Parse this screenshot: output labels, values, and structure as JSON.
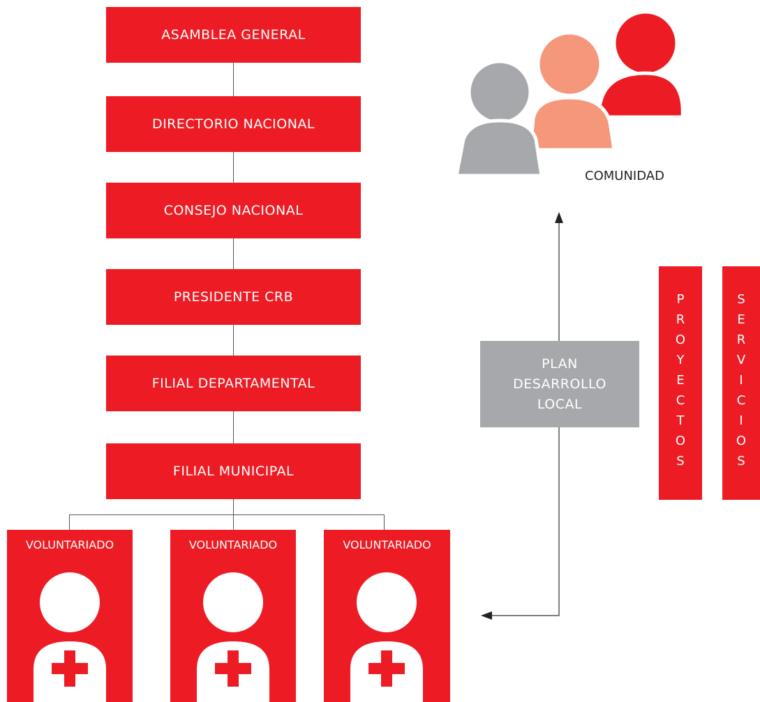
{
  "hierarchy": [
    {
      "id": "asamblea",
      "label": "ASAMBLEA GENERAL"
    },
    {
      "id": "directorio",
      "label": "DIRECTORIO NACIONAL"
    },
    {
      "id": "consejo",
      "label": "CONSEJO NACIONAL"
    },
    {
      "id": "presidente",
      "label": "PRESIDENTE CRB"
    },
    {
      "id": "filial-dep",
      "label": "FILIAL DEPARTAMENTAL"
    },
    {
      "id": "filial-mun",
      "label": "FILIAL MUNICIPAL"
    }
  ],
  "volunteers": [
    {
      "label": "VOLUNTARIADO"
    },
    {
      "label": "VOLUNTARIADO"
    },
    {
      "label": "VOLUNTARIADO"
    }
  ],
  "plan": {
    "lines": [
      "PLAN",
      "DESARROLLO",
      "LOCAL"
    ]
  },
  "community": {
    "label": "COMUNIDAD"
  },
  "side_boxes": [
    {
      "label": "PROYECTOS",
      "letters": [
        "P",
        "R",
        "O",
        "Y",
        "E",
        "C",
        "T",
        "O",
        "S"
      ]
    },
    {
      "label": "SERVICIOS",
      "letters": [
        "S",
        "E",
        "R",
        "V",
        "I",
        "C",
        "I",
        "O",
        "S"
      ]
    }
  ],
  "colors": {
    "red": "#ED1C24",
    "salmon": "#F4977B",
    "gray": "#A7A8AB",
    "line": "#555555"
  }
}
